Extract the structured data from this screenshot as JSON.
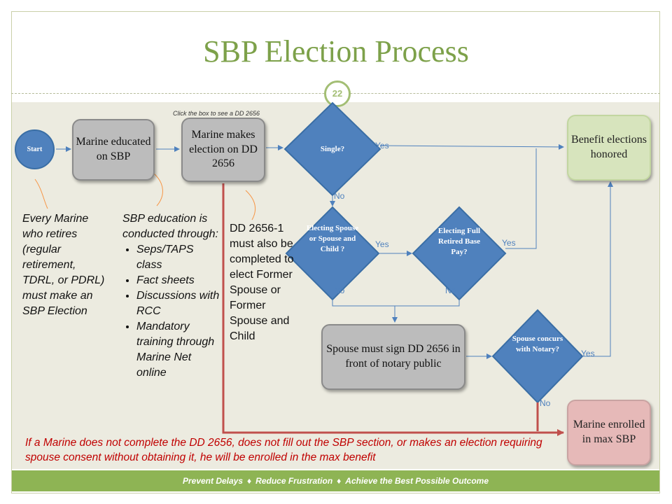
{
  "title": "SBP Election Process",
  "page_number": "22",
  "hint": "Click the box to see a DD 2656",
  "nodes": {
    "start": "Start",
    "educated": "Marine educated on SBP",
    "makes_election": "Marine makes election on DD 2656",
    "single": "Single?",
    "electing_spouse": "Electing Spouse or Spouse and Child ?",
    "electing_full": "Electing Full Retired Base Pay?",
    "spouse_sign": "Spouse must sign DD 2656 in front of notary public",
    "spouse_concurs": "Spouse concurs with Notary?",
    "benefit_honored": "Benefit elections honored",
    "max_sbp": "Marine enrolled in max SBP"
  },
  "edge_labels": {
    "single_yes": "Yes",
    "single_no": "No",
    "electing_spouse_yes": "Yes",
    "electing_spouse_no": "No",
    "electing_full_yes": "Yes",
    "electing_full_no": "No",
    "concurs_yes": "Yes",
    "concurs_no": "No"
  },
  "notes": {
    "every_marine": "Every Marine who retires (regular retirement, TDRL, or PDRL) must make an SBP Election",
    "education_intro": "SBP education is conducted through:",
    "education_items": [
      "Seps/TAPS class",
      "Fact sheets",
      "Discussions with RCC",
      "Mandatory training through Marine Net online"
    ],
    "dd2656_1": "DD 2656-1 must also be completed to elect Former Spouse or Former Spouse and Child"
  },
  "bottom_note": "If a Marine does not complete the DD 2656, does not fill out the SBP section, or makes an election requiring spouse consent without obtaining it, he will be enrolled in the max benefit",
  "footer": {
    "part1": "Prevent Delays",
    "part2": "Reduce Frustration",
    "part3": "Achieve the Best Possible Outcome",
    "separator": "♦"
  },
  "colors": {
    "title": "#7da14a",
    "diamond": "#4f81bd",
    "arrow_blue": "#4f81bd",
    "arrow_red": "#c0504d",
    "note_red": "#c00000",
    "footer": "#8eb454",
    "callout_orange": "#f79646"
  }
}
